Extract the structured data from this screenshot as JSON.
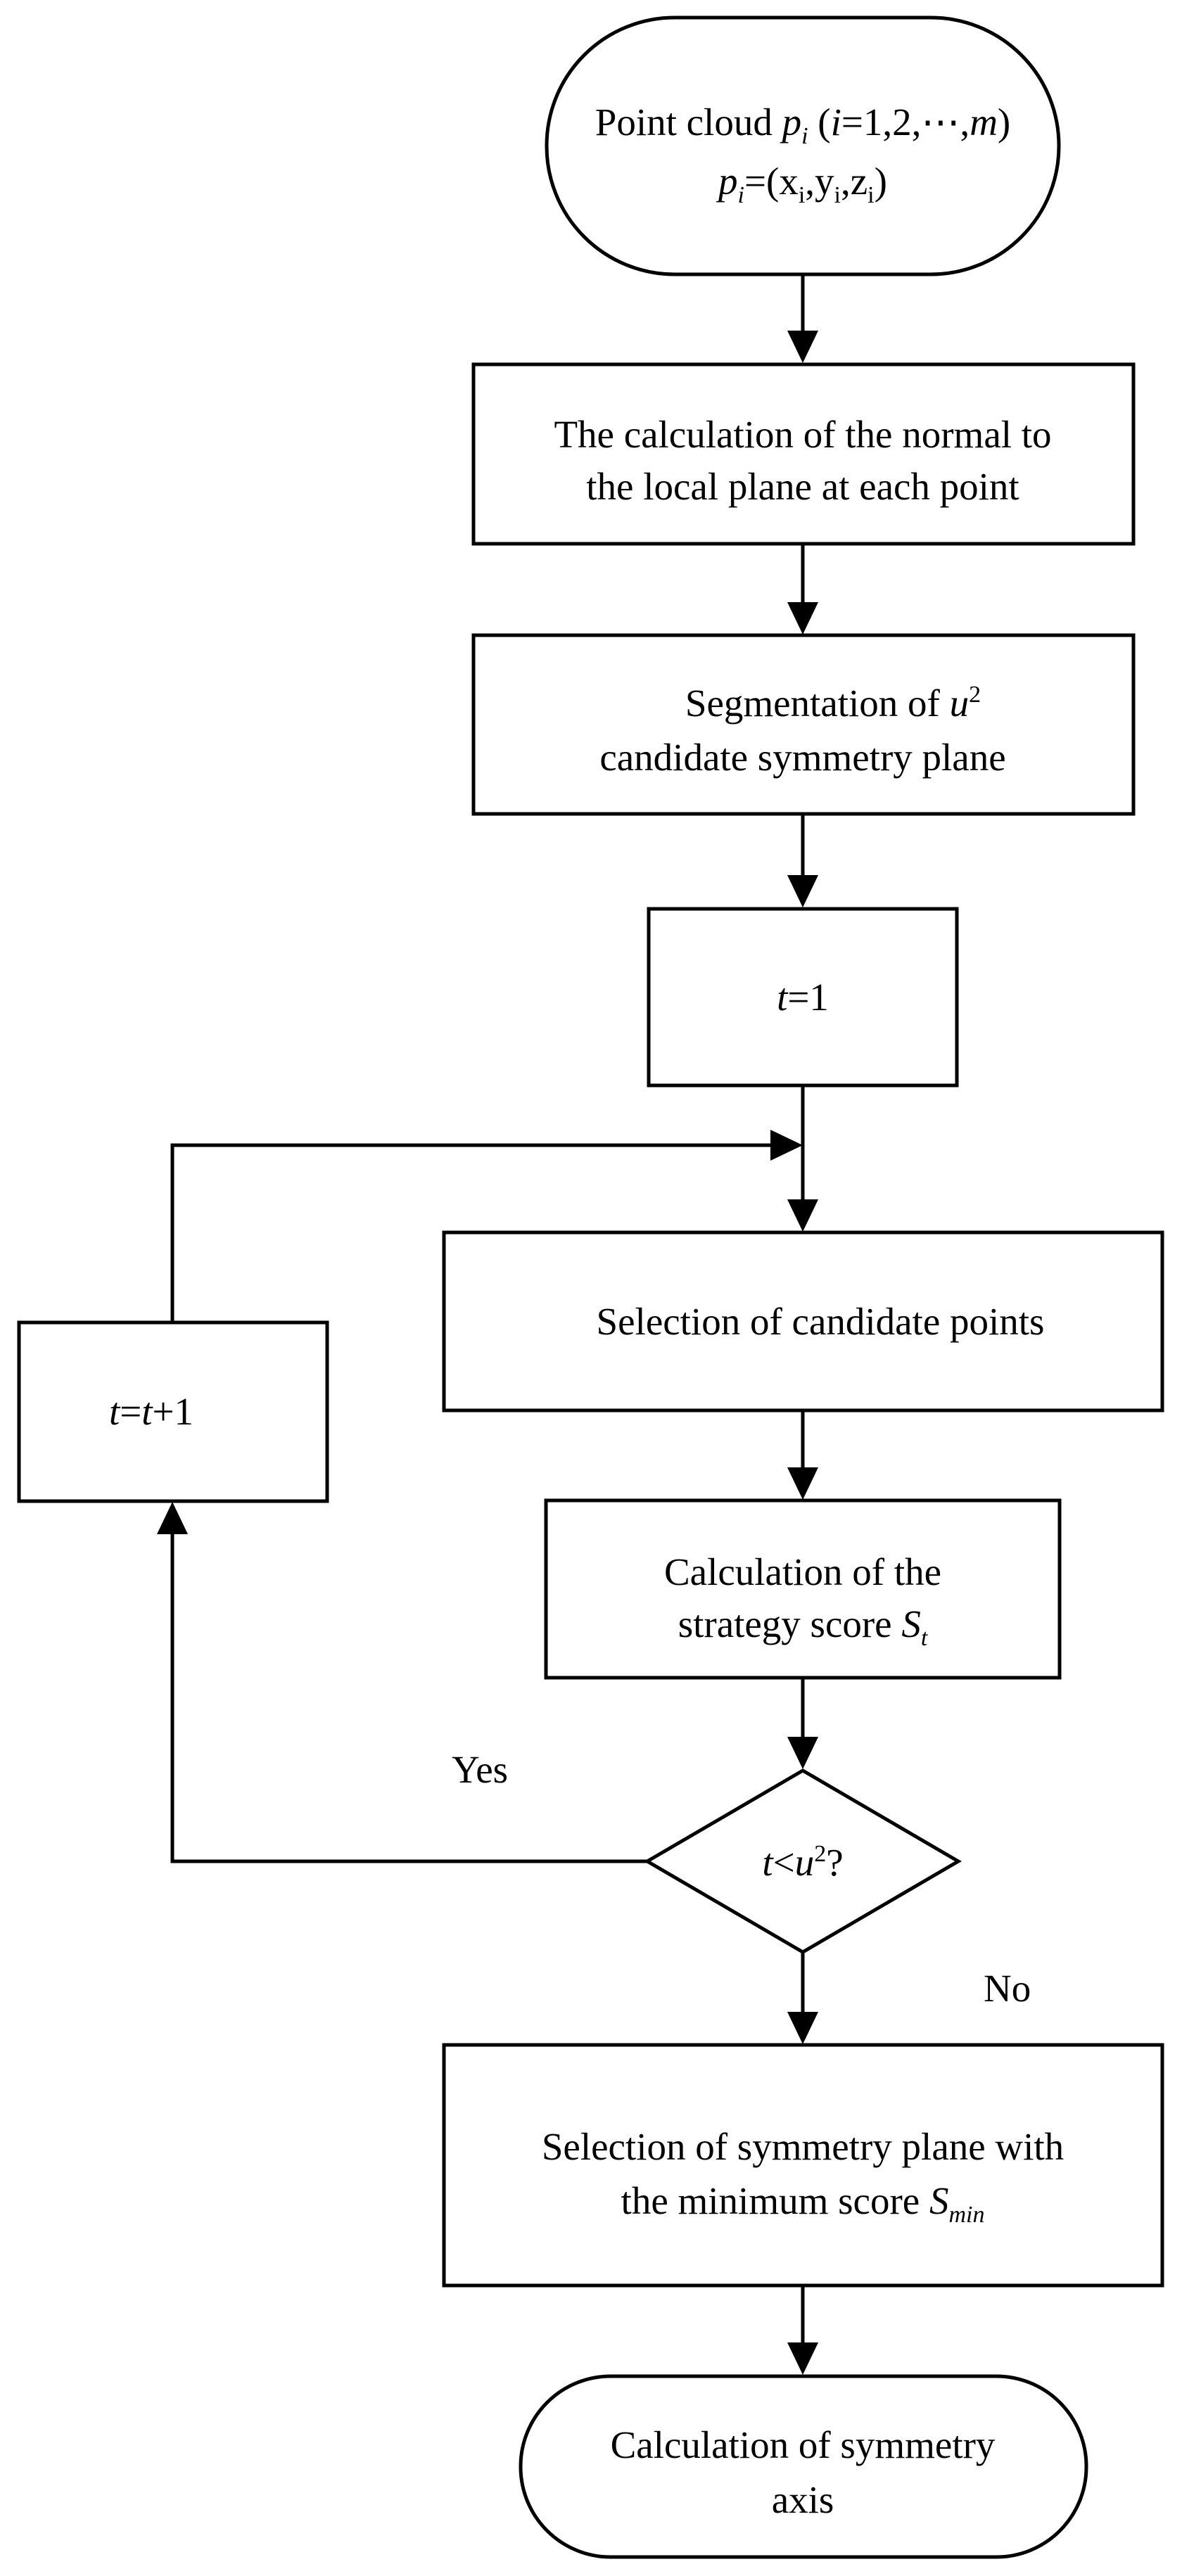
{
  "nodes": {
    "start": {
      "line1": {
        "a": "Point cloud ",
        "b": "p",
        "c": "i",
        "d": " (",
        "e": "i",
        "f": "=1,2,⋯,",
        "g": "m",
        "h": ")"
      },
      "line2": {
        "a": "p",
        "b": "i",
        "c": "=(x",
        "d": "i",
        "e": ",y",
        "f": "i",
        "g": ",z",
        "h": "i",
        "i": ")"
      }
    },
    "normal": {
      "line1": "The calculation of the  normal to",
      "line2": "the local plane at each point"
    },
    "segmentation": {
      "line1": {
        "a": "Segmentation of ",
        "b": "u",
        "c": "2"
      },
      "line2": "candidate symmetry plane"
    },
    "init": {
      "a": "t",
      "b": "=1"
    },
    "selection": {
      "line1": "Selection of candidate points"
    },
    "increment": {
      "a": "t",
      "b": "=",
      "c": "t",
      "d": "+1"
    },
    "score": {
      "line1": "Calculation of the",
      "line2": {
        "a": "strategy score ",
        "b": "S",
        "c": "t"
      }
    },
    "decision": {
      "a": "t",
      "b": "<",
      "c": "u",
      "d": "2",
      "e": "?"
    },
    "minimum": {
      "line1": "Selection of symmetry plane with",
      "line2": {
        "a": "the minimum score ",
        "b": "S",
        "c": "min"
      }
    },
    "end": {
      "line1": "Calculation of symmetry",
      "line2": "axis"
    }
  },
  "edges": {
    "yes_label": "Yes",
    "no_label": "No"
  }
}
